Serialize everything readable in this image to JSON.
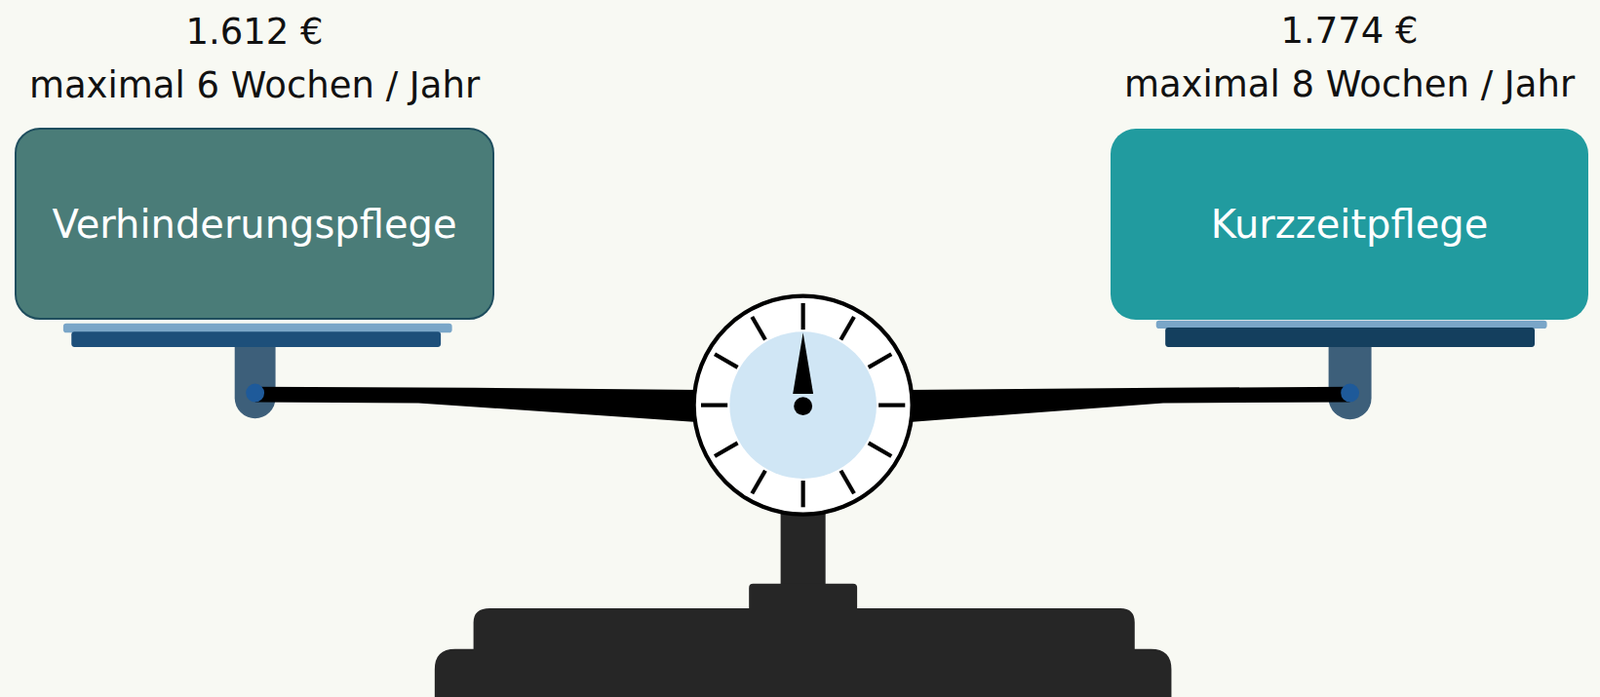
{
  "diagram": {
    "nodes": [
      {
        "text": [
          "1.612 €",
          "maximal 6 Wochen / Jahr",
          "Verhinderungspflege"
        ]
      },
      {
        "text": [
          "1.774 €",
          "maximal 8 Wochen / Jahr",
          "Kurzzeitpflege"
        ]
      }
    ]
  }
}
